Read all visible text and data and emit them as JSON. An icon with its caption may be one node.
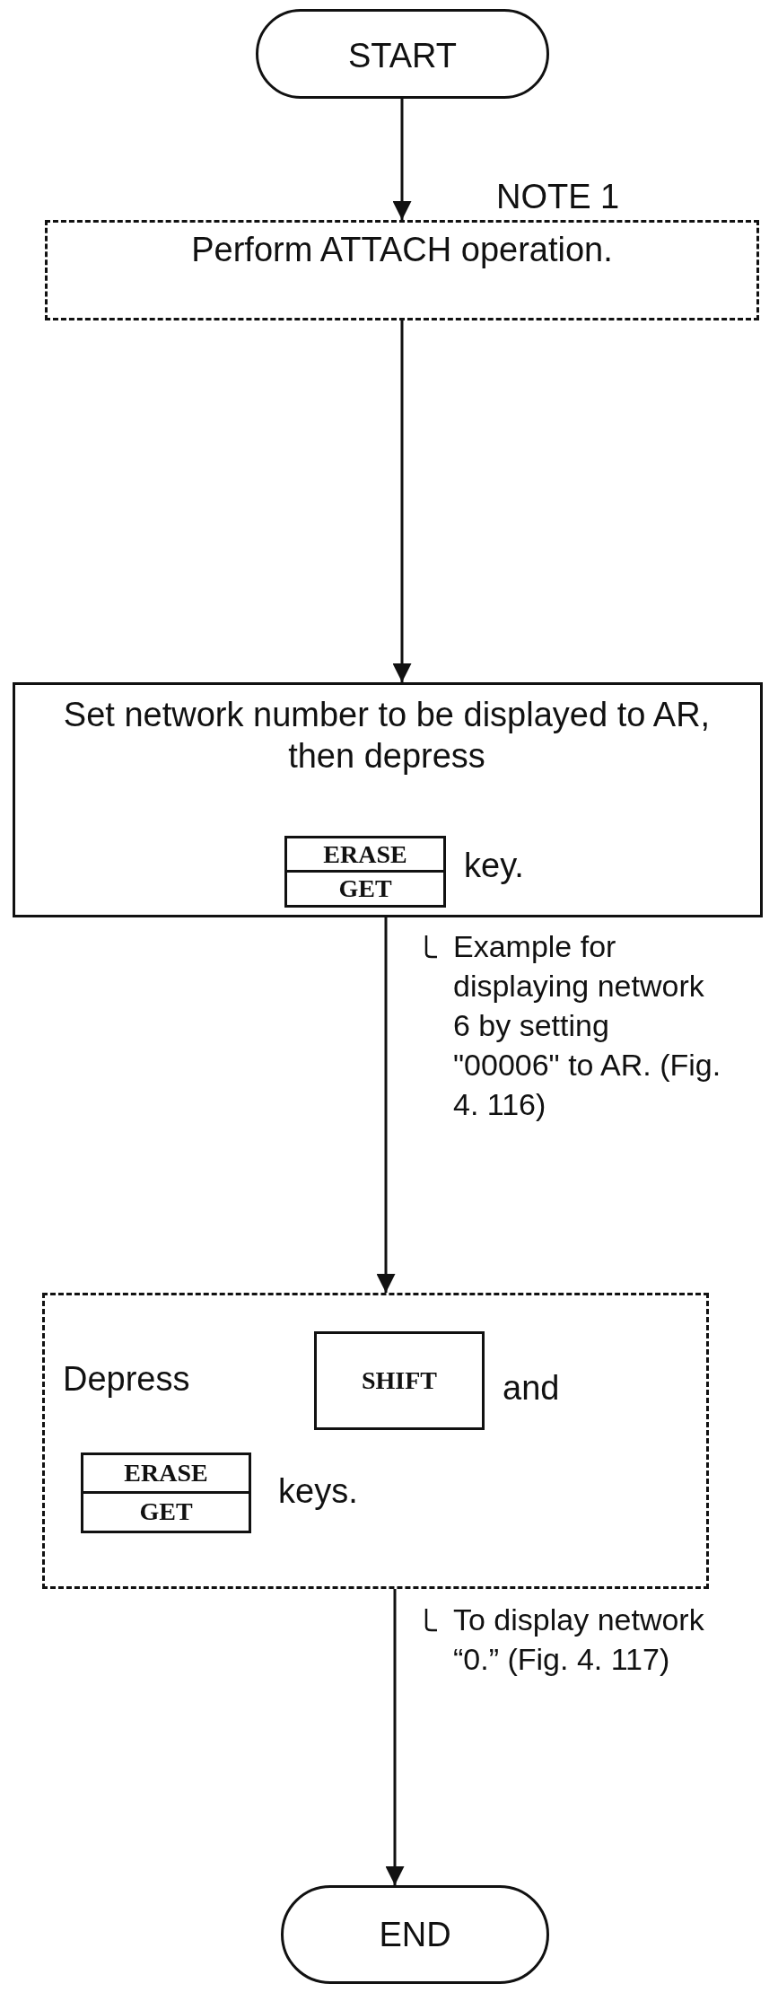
{
  "diagram": {
    "nodes": [
      {
        "text": [
          "START"
        ]
      },
      {
        "text": [
          "Perform ATTACH operation."
        ],
        "beside": [
          "NOTE 1"
        ]
      },
      {
        "text": [
          "Set network number to be displayed to AR, then depress",
          "key."
        ]
      },
      {
        "text": [
          "ERASE",
          "GET"
        ],
        "in": 2
      },
      {
        "text": [
          "Depress",
          "and",
          "keys."
        ]
      },
      {
        "text": [
          "SHIFT"
        ],
        "in": 4
      },
      {
        "text": [
          "ERASE",
          "GET"
        ],
        "in": 4
      },
      {
        "text": [
          "END"
        ]
      }
    ],
    "edges": [
      {
        "from": 0,
        "to": 1,
        "arrow": "to"
      },
      {
        "from": 1,
        "to": 2,
        "arrow": "to"
      },
      {
        "from": 2,
        "to": 4,
        "arrow": "to",
        "label": "Example for displaying network 6 by setting \"00006\" to AR. (Fig. 4. 116)"
      },
      {
        "from": 4,
        "to": 7,
        "arrow": "to",
        "label": "To display network “0.” (Fig. 4. 117)"
      }
    ]
  }
}
